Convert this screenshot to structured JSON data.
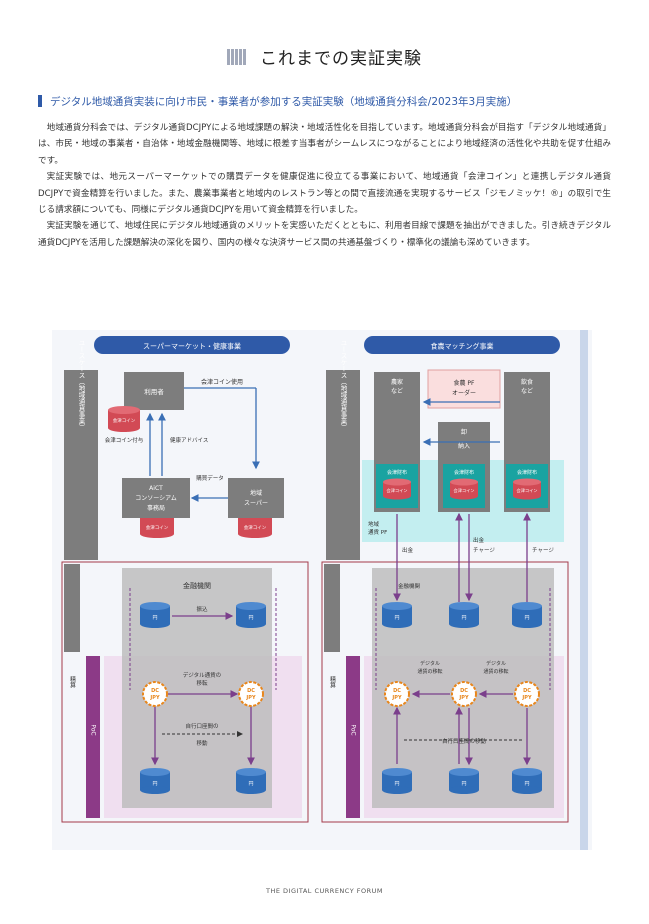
{
  "page": {
    "title": "これまでの実証実験",
    "subheading": "デジタル地域通貨実装に向け市民・事業者が参加する実証実験（地域通貨分科会/2023年3月実施）",
    "paragraphs": [
      "地域通貨分科会では、デジタル通貨DCJPYによる地域課題の解決・地域活性化を目指しています。地域通貨分科会が目指す「デジタル地域通貨」は、市民・地域の事業者・自治体・地域金融機関等、地域に根差す当事者がシームレスにつながることにより地域経済の活性化や共助を促す仕組みです。",
      "実証実験では、地元スーパーマーケットでの購買データを健康促進に役立てる事業において、地域通貨「会津コイン」と連携しデジタル通貨DCJPYで資金精算を行いました。また、農業事業者と地域内のレストラン等との間で直接流通を実現するサービス「ジモノミッケ！®」の取引で生じる請求額についても、同様にデジタル通貨DCJPYを用いて資金精算を行いました。",
      "実証実験を通じて、地域住民にデジタル地域通貨のメリットを実感いただくとともに、利用者目線で課題を抽出ができました。引き続きデジタル通貨DCJPYを活用した課題解決の深化を図り、国内の様々な決済サービス間の共通基盤づくり・標準化の議論も深めていきます。"
    ],
    "footer": "THE DIGITAL CURRENCY FORUM"
  },
  "diagram": {
    "left_header": "スーパーマーケット・健康事業",
    "right_header": "食農マッチング事業",
    "usecase_label": "ユースケース（地域通貨事業）",
    "settlement_label": "精算",
    "poc_label": "PoC",
    "user": "利用者",
    "aizu_coin_use": "会津コイン使用",
    "aizu_coin": "会津コイン",
    "aizu_coin_grant": "会津コイン付与",
    "health_advice": "健康アドバイス",
    "purchase_data": "購買データ",
    "aict_line1": "AiCT",
    "aict_line2": "コンソーシアム",
    "aict_line3": "事務局",
    "local_super_line1": "地域",
    "local_super_line2": "スーパー",
    "financial_institution": "金融機関",
    "yen": "円",
    "transfer": "振込",
    "dc_line1": "DC",
    "dc_line2": "JPY",
    "dc_transfer_line1": "デジタル通貨の",
    "dc_transfer_line2": "移転",
    "own_account_line1": "自行口座間の",
    "own_account_line2": "移動",
    "own_account_move": "自行口座間の移動",
    "farmer_line1": "農家",
    "farmer_line2": "など",
    "buyer_line1": "食農 PF",
    "buyer_line2": "オーダー",
    "wholesale": "卸",
    "delivery": "納入",
    "restaurant_line1": "飲食",
    "restaurant_line2": "など",
    "aizu_wallet": "会津財布",
    "regional_pf_line1": "地域",
    "regional_pf_line2": "通貨 PF",
    "withdraw": "出金",
    "charge": "チャージ",
    "right_transfer_line1": "デジタル",
    "right_transfer_line2": "通貨の移転"
  }
}
